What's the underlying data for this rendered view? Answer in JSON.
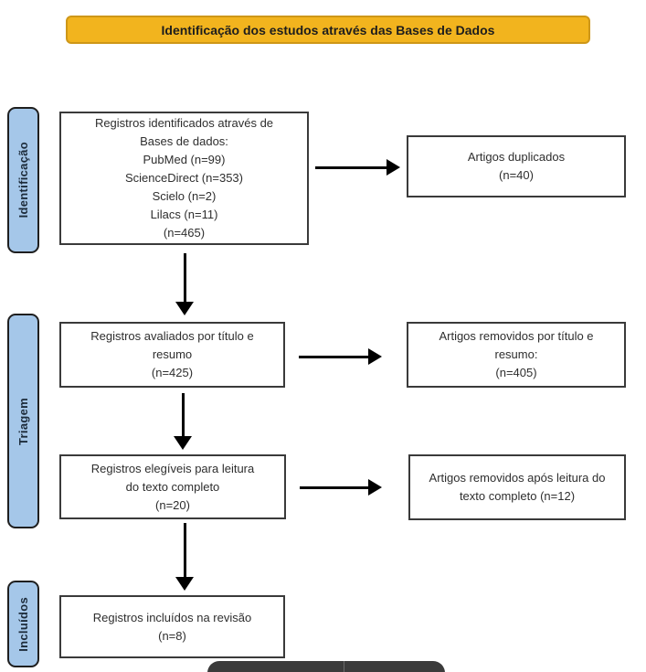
{
  "banner": {
    "label": "Identificação dos estudos através das Bases de Dados"
  },
  "stages": [
    {
      "label": "Identificação"
    },
    {
      "label": "Triagem"
    },
    {
      "label": "Incluídos"
    }
  ],
  "process_boxes": [
    {
      "text": "Registros identificados através de\nBases de dados:\nPubMed (n=99)\nScienceDirect (n=353)\nScielo (n=2)\nLilacs (n=11)\n(n=465)"
    },
    {
      "text": "Registros avaliados por título e\nresumo\n(n=425)"
    },
    {
      "text": "Registros elegíveis para leitura\ndo texto completo\n(n=20)"
    },
    {
      "text": "Registros incluídos na revisão\n(n=8)"
    }
  ],
  "exclusion_boxes": [
    {
      "text": "Artigos duplicados\n(n=40)"
    },
    {
      "text": "Artigos removidos por título e\nresumo:\n(n=405)"
    },
    {
      "text": "Artigos removidos após leitura do\ntexto completo (n=12)"
    }
  ],
  "counts": {
    "pubmed": 99,
    "sciencedirect": 353,
    "scielo": 2,
    "lilacs": 11,
    "identified_total": 465,
    "duplicates_removed": 40,
    "screened_title_abstract": 425,
    "removed_title_abstract": 405,
    "fulltext_eligible": 20,
    "removed_fulltext": 12,
    "included_in_review": 8
  },
  "colors": {
    "banner_fill": "#F2B41E",
    "banner_border": "#CE9718",
    "stage_fill": "#A5C7E9",
    "stage_border": "#1F1F1F",
    "box_border": "#3A3A3A",
    "arrow": "#000000",
    "bottom_bar": "#3B3B3B"
  }
}
